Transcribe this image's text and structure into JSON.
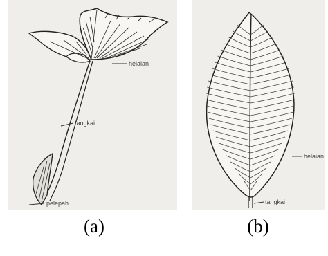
{
  "panels": [
    {
      "caption": "(a)",
      "labels": {
        "blade": "helaian",
        "petiole": "tangkai",
        "sheath": "pelepah"
      }
    },
    {
      "caption": "(b)",
      "labels": {
        "blade": "helaian",
        "petiole": "tangkai"
      }
    }
  ]
}
